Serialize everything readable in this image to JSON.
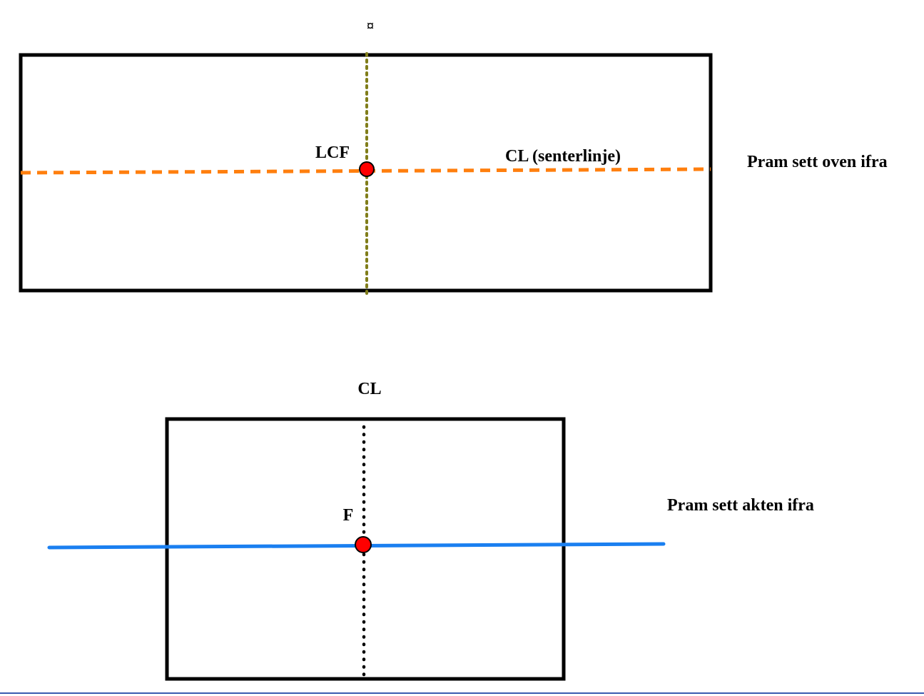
{
  "colors": {
    "frame": "#000000",
    "centerline_top": "#ff7f0e",
    "vertical_top": "#807d1a",
    "point_fill": "#ff0000",
    "waterline_bottom": "#1a7ff0",
    "vertical_bottom": "#000000",
    "bottom_rule": "#3a5bb0"
  },
  "top_view": {
    "marker_symbol": "¤",
    "point_label": "LCF",
    "centerline_label": "CL (senterlinje)",
    "caption": "Pram sett oven ifra"
  },
  "rear_view": {
    "axis_label": "CL",
    "point_label": "F",
    "caption": "Pram sett akten ifra"
  }
}
